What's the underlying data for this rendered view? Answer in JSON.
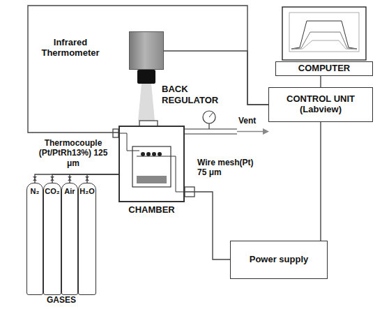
{
  "diagram": {
    "nodes": [
      {
        "text": [
          "Infrared Thermometer"
        ]
      },
      {
        "text": [
          "COMPUTER"
        ]
      },
      {
        "text": [
          "CONTROL UNIT (Labview)"
        ]
      },
      {
        "text": [
          "CHAMBER"
        ]
      },
      {
        "text": [
          "Power supply"
        ]
      },
      {
        "text": [
          "N₂"
        ]
      },
      {
        "text": [
          "CO₂"
        ]
      },
      {
        "text": [
          "Air"
        ]
      },
      {
        "text": [
          "H₂O"
        ]
      }
    ],
    "edges": [
      {
        "from": 0,
        "to": 2,
        "arrow": "none"
      },
      {
        "from": 3,
        "to": 2,
        "arrow": "none"
      },
      {
        "from": 1,
        "to": 2,
        "arrow": "none"
      },
      {
        "from": 2,
        "to": 4,
        "arrow": "none"
      },
      {
        "from": 3,
        "to": 4,
        "arrow": "none"
      },
      {
        "from": 5,
        "to": 3,
        "arrow": "none"
      },
      {
        "from": 6,
        "to": 3,
        "arrow": "none"
      },
      {
        "from": 7,
        "to": 3,
        "arrow": "none"
      },
      {
        "from": 8,
        "to": 3,
        "arrow": "none"
      }
    ],
    "labels": [
      "BACK REGULATOR",
      "Thermocouple (Pt/PtRh13%) 125 μm",
      "Vent",
      "Wire mesh(Pt) 75 μm",
      "GASES"
    ]
  }
}
